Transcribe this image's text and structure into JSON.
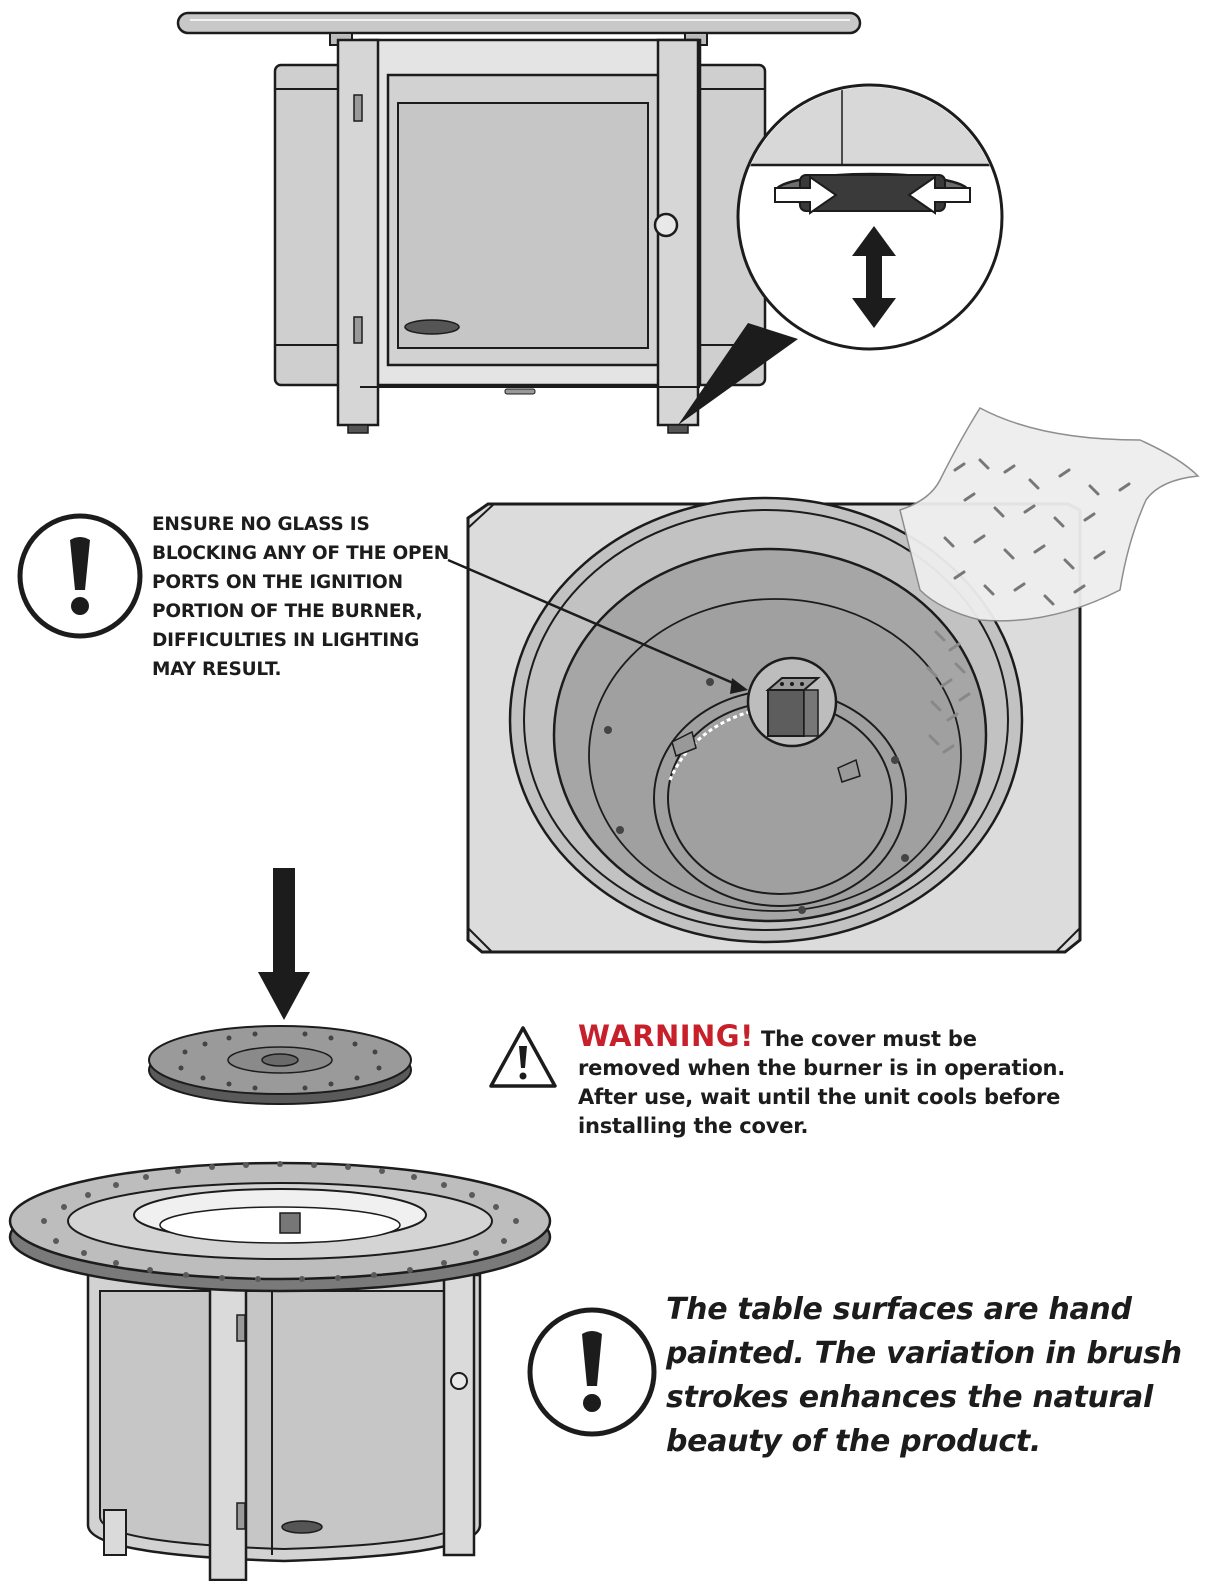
{
  "notes": {
    "ignition_ports": "ENSURE NO GLASS IS BLOCKING ANY OF THE OPEN PORTS ON THE IGNITION PORTION OF THE BURNER, DIFFICULTIES IN LIGHTING MAY RESULT.",
    "cover_warning_label": "WARNING!",
    "cover_warning_text": " The cover must be removed when the burner is in operation. After use, wait until the unit cools before installing the cover.",
    "hand_painted": "The table surfaces are hand painted. The variation in brush strokes enhances the natural beauty of the product."
  },
  "icons": {
    "caution": "exclamation-circle-icon",
    "warning": "warning-triangle-icon",
    "arrow_down": "arrow-down-icon",
    "arrow_updown": "arrow-up-down-icon"
  },
  "colors": {
    "warning_red": "#c8202a",
    "line": "#1c1c1c",
    "metal_light": "#d9d9d9",
    "metal_mid": "#a9a9a9",
    "metal_dark": "#8c8c8c"
  }
}
